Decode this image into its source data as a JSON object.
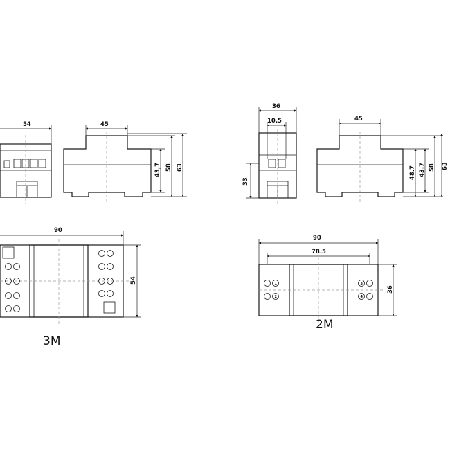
{
  "labels": {
    "model_3m": "3M",
    "model_2m": "2M"
  },
  "dims_3m": {
    "front_width": "54",
    "side_top_width": "45",
    "side_h1": "43,7",
    "side_h2": "58",
    "side_h3": "63",
    "top_width": "90",
    "top_depth": "54"
  },
  "dims_2m": {
    "front_width": "36",
    "terminal_pitch": "10.5",
    "front_height": "33",
    "side_top_width": "45",
    "side_h1": "48.7",
    "side_h2": "43.7",
    "side_h3": "58",
    "side_h4": "63",
    "top_width": "90",
    "top_inner_width": "78.5",
    "top_depth": "36"
  },
  "terminals_2m": [
    "1",
    "2",
    "3",
    "4"
  ]
}
